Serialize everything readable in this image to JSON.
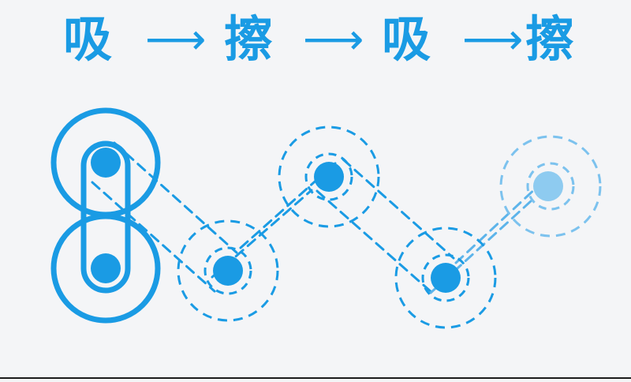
{
  "title": {
    "steps": [
      "吸",
      "擦",
      "吸",
      "擦"
    ],
    "arrow": "⟶"
  },
  "colors": {
    "primary": "#1a9be4",
    "faded": "#8ecbf0",
    "background": "#f4f5f7"
  }
}
